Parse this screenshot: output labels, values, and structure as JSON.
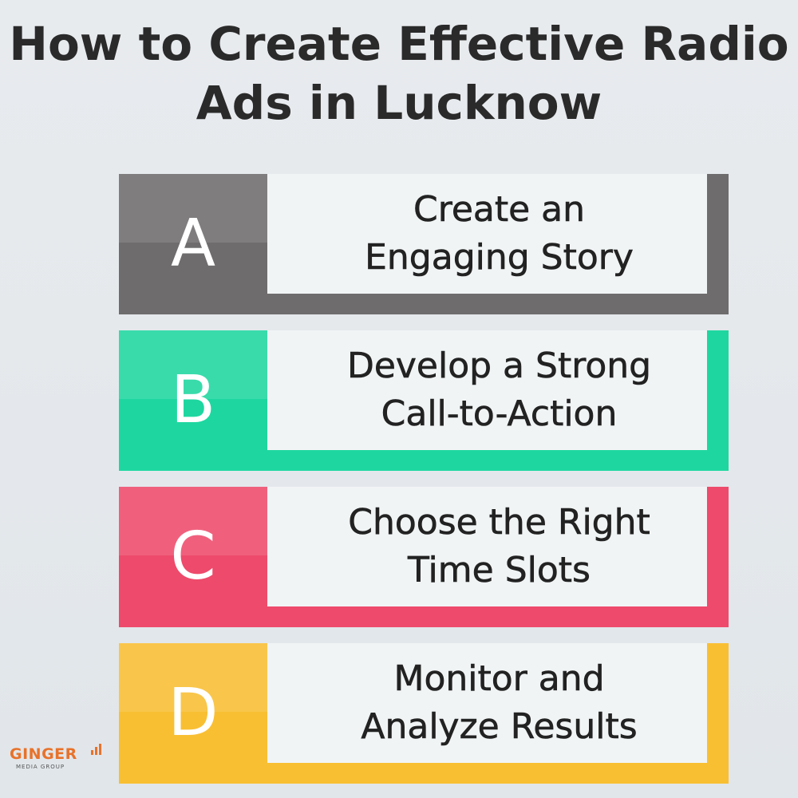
{
  "title": {
    "line1": "How to Create Effective Radio",
    "line2": "Ads in Lucknow"
  },
  "colors": {
    "card_a": "#6e6c6d",
    "card_b": "#1ed7a0",
    "card_c": "#ee4a6b",
    "card_d": "#f9bf33",
    "panel": "#f1f4f5",
    "title_text": "#2a2a2a",
    "brand": "#e8722a"
  },
  "steps": [
    {
      "letter": "A",
      "line1": "Create an",
      "line2": "Engaging Story"
    },
    {
      "letter": "B",
      "line1": "Develop a Strong",
      "line2": "Call-to-Action"
    },
    {
      "letter": "C",
      "line1": "Choose the Right",
      "line2": "Time Slots"
    },
    {
      "letter": "D",
      "line1": "Monitor and",
      "line2": "Analyze Results"
    }
  ],
  "logo": {
    "name": "GINGER",
    "tagline": "MEDIA GROUP",
    "icon": "signal-bars-icon"
  }
}
